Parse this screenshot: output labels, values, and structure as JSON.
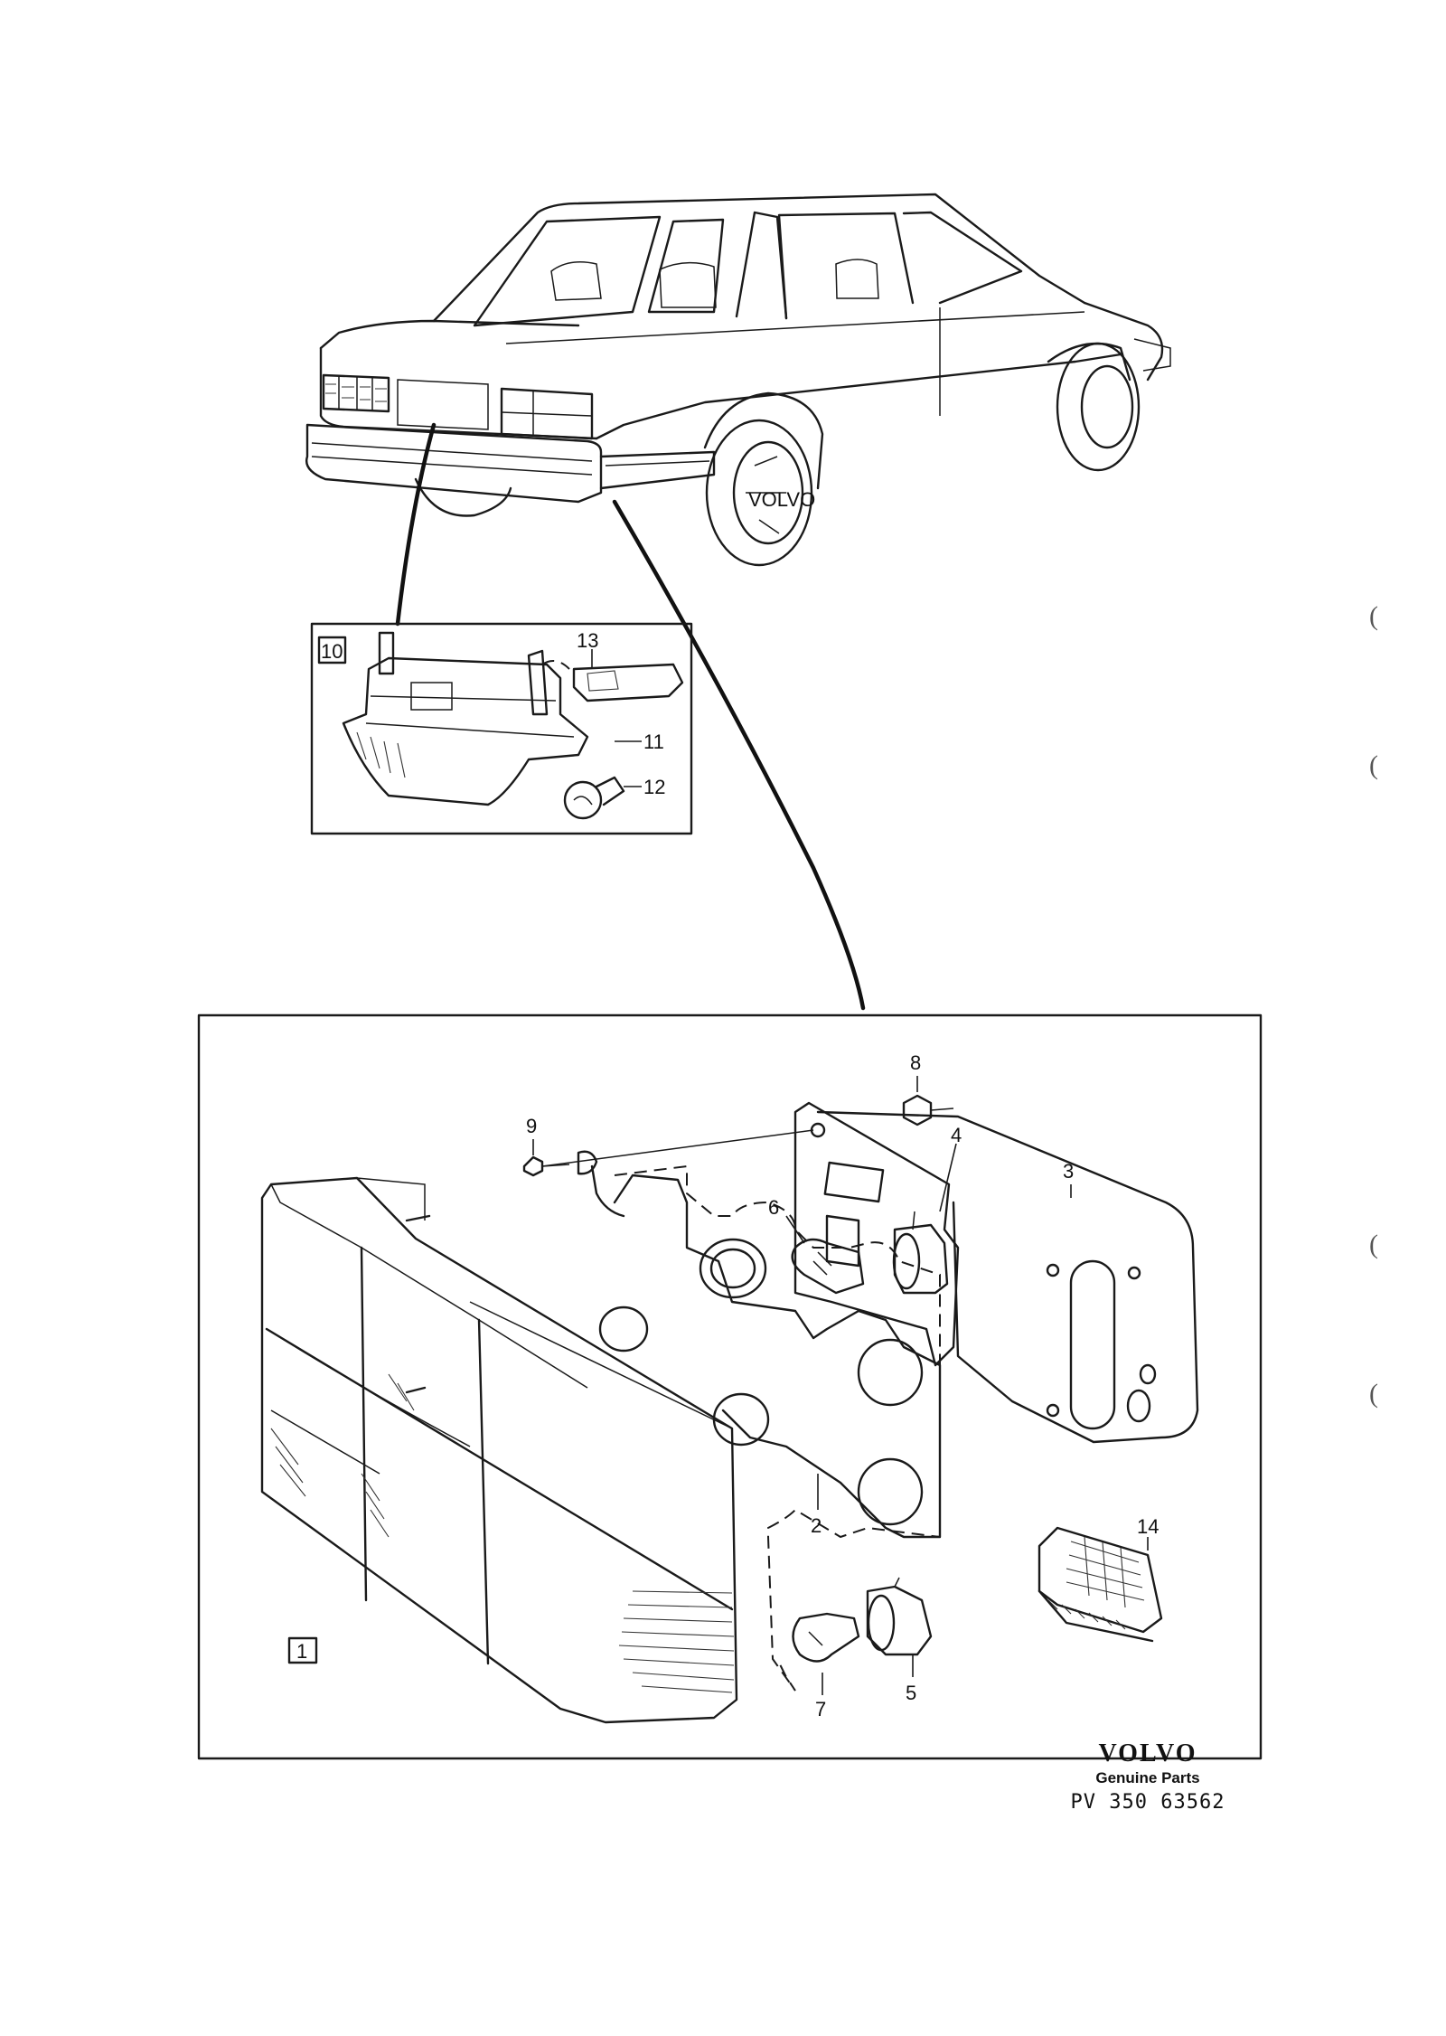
{
  "callouts": {
    "n1": "1",
    "n2": "2",
    "n3": "3",
    "n4": "4",
    "n5": "5",
    "n6": "6",
    "n7": "7",
    "n8": "8",
    "n9": "9",
    "n10": "10",
    "n11": "11",
    "n12": "12",
    "n13": "13",
    "n14": "14"
  },
  "footer": {
    "brand": "VOLVO",
    "tagline": "Genuine Parts",
    "part_number": "PV  350 63562"
  }
}
